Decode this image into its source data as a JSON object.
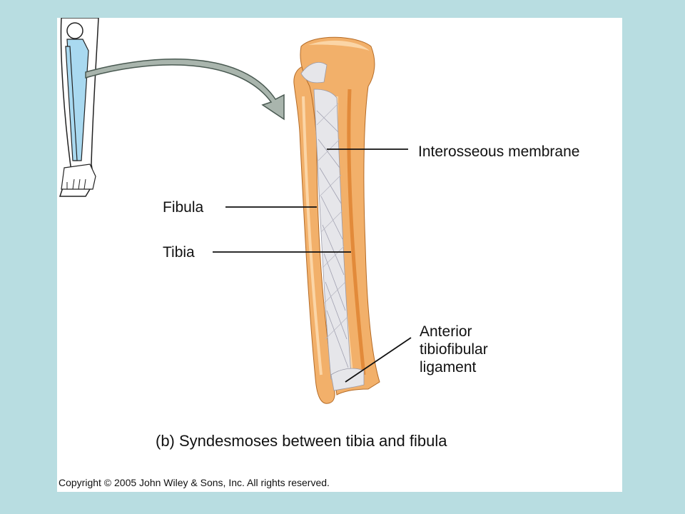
{
  "labels": {
    "interosseous_membrane": "Interosseous membrane",
    "fibula": "Fibula",
    "tibia": "Tibia",
    "anterior_tibiofibular_ligament": [
      "Anterior",
      "tibiofibular",
      "ligament"
    ]
  },
  "caption": "(b) Syndesmoses between tibia and fibula",
  "copyright": "Copyright © 2005 John Wiley & Sons, Inc.  All rights reserved.",
  "colors": {
    "background": "#b8dde1",
    "bone": "#f2b06a",
    "bone_shadow": "#e28a3a",
    "membrane": "#e6e6ea",
    "leg_highlight": "#a9d9f0",
    "arrow": "#a9b5ad"
  }
}
